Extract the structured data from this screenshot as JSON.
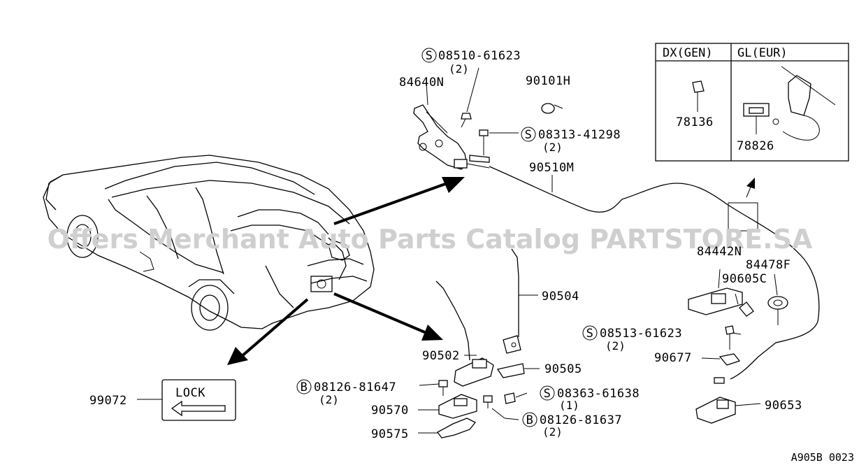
{
  "watermark": "Offers Merchant Auto Parts Catalog PARTSTORE.SA",
  "inset": {
    "left_header": "DX(GEN)",
    "right_header": "GL(EUR)",
    "left_part": "78136",
    "right_part": "78826"
  },
  "labels": {
    "screw_top": "08510-61623",
    "screw_top_qty": "(2)",
    "hinge": "84640N",
    "grommet": "90101H",
    "screw_mid": "08313-41298",
    "screw_mid_qty": "(2)",
    "cable": "90510M",
    "lock_cyl": "84442N",
    "bracket_f": "84478F",
    "clip_c": "90605C",
    "screw_right": "08513-61623",
    "screw_right_qty": "(2)",
    "part_90677": "90677",
    "part_90653": "90653",
    "rod_90504": "90504",
    "rod_90502": "90502",
    "part_90505": "90505",
    "screw_b1": "08363-61638",
    "screw_b1_qty": "(1)",
    "bolt_a": "08126-81647",
    "bolt_a_qty": "(2)",
    "part_90570": "90570",
    "bolt_b": "08126-81637",
    "bolt_b_qty": "(2)",
    "part_90575": "90575",
    "label_99072": "99072",
    "lock_text": "LOCK",
    "drawing_code": "A905B 0023"
  },
  "prefix": {
    "s": "S",
    "b": "B"
  }
}
